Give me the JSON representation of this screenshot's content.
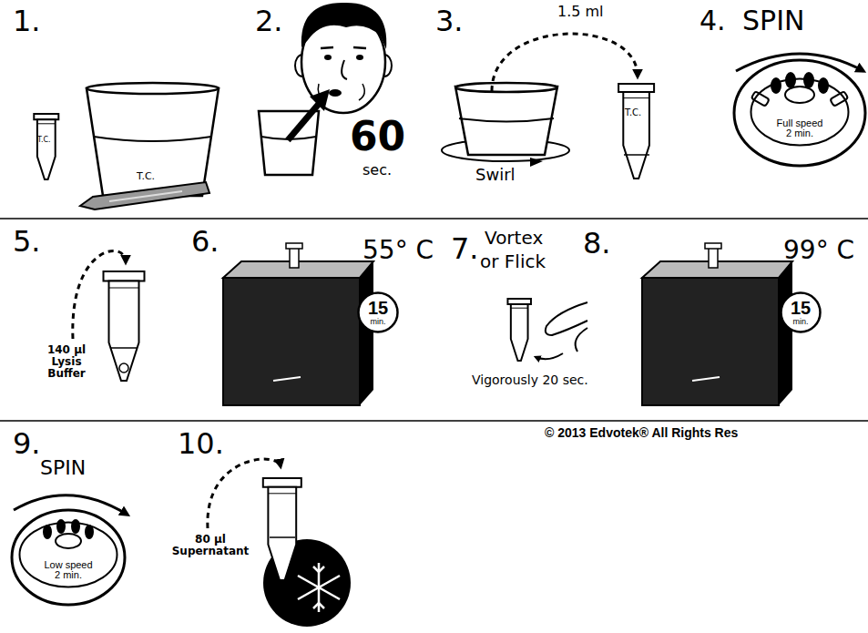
{
  "diagram": {
    "nodes": [
      {
        "text": [
          "Full speed 2 min."
        ]
      },
      {
        "text": [
          "15",
          "min."
        ]
      },
      {
        "text": [
          "15",
          "min."
        ]
      },
      {
        "text": [
          "Low speed 2 min."
        ]
      }
    ],
    "labels": [
      "1.",
      "T.C.",
      "T.C.",
      "2.",
      "60",
      "sec.",
      "3.",
      "1.5 ml",
      "T.C.",
      "Swirl",
      "4.",
      "SPIN",
      "5.",
      "140 µl Lysis Buffer",
      "6.",
      "55° C",
      "7.",
      "Vortex",
      "or Flick",
      "Vigorously 20 sec.",
      "8.",
      "99° C",
      "© 2013 Edvotek® All Rights Res",
      "9.",
      "SPIN",
      "10.",
      "80 µl Supernatant"
    ]
  }
}
